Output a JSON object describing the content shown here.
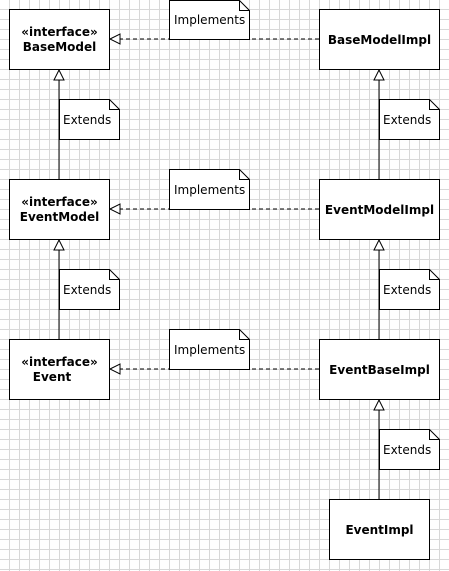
{
  "classes": {
    "base_model": {
      "stereotype": "«interface»",
      "name": "BaseModel"
    },
    "event_model": {
      "stereotype": "«interface»",
      "name": "EventModel"
    },
    "event": {
      "stereotype": "«interface»",
      "name": "Event"
    },
    "base_model_impl": {
      "name": "BaseModelImpl"
    },
    "event_model_impl": {
      "name": "EventModelImpl"
    },
    "event_base_impl": {
      "name": "EventBaseImpl"
    },
    "event_impl": {
      "name": "EventImpl"
    }
  },
  "notes": {
    "implements_1": "Implements",
    "implements_2": "Implements",
    "implements_3": "Implements",
    "extends_1": "Extends",
    "extends_2": "Extends",
    "extends_3": "Extends",
    "extends_4": "Extends",
    "extends_5": "Extends"
  }
}
